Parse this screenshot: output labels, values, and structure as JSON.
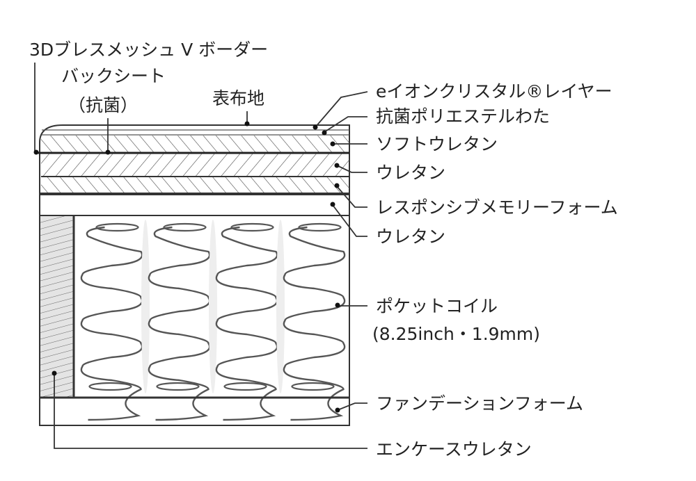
{
  "diagram": {
    "left_labels": {
      "border": "3Dブレスメッシュ V ボーダー",
      "backsheet": "バックシート",
      "backsheet_note": "（抗菌）",
      "cover": "表布地"
    },
    "right_labels": {
      "e_ion": "eイオンクリスタル®レイヤー",
      "polyester": "抗菌ポリエステルわた",
      "soft_urethane": "ソフトウレタン",
      "urethane1": "ウレタン",
      "memory_foam": "レスポンシブメモリーフォーム",
      "urethane2": "ウレタン",
      "pocket_coil": "ポケットコイル",
      "pocket_coil_spec": "(8.25inch・1.9mm)",
      "foundation": "ファンデーションフォーム",
      "encase": "エンケースウレタン"
    },
    "coil_count": 4,
    "colors": {
      "line": "#333333",
      "hatch": "#555555",
      "edge_fill": "#e4e4e4"
    }
  }
}
